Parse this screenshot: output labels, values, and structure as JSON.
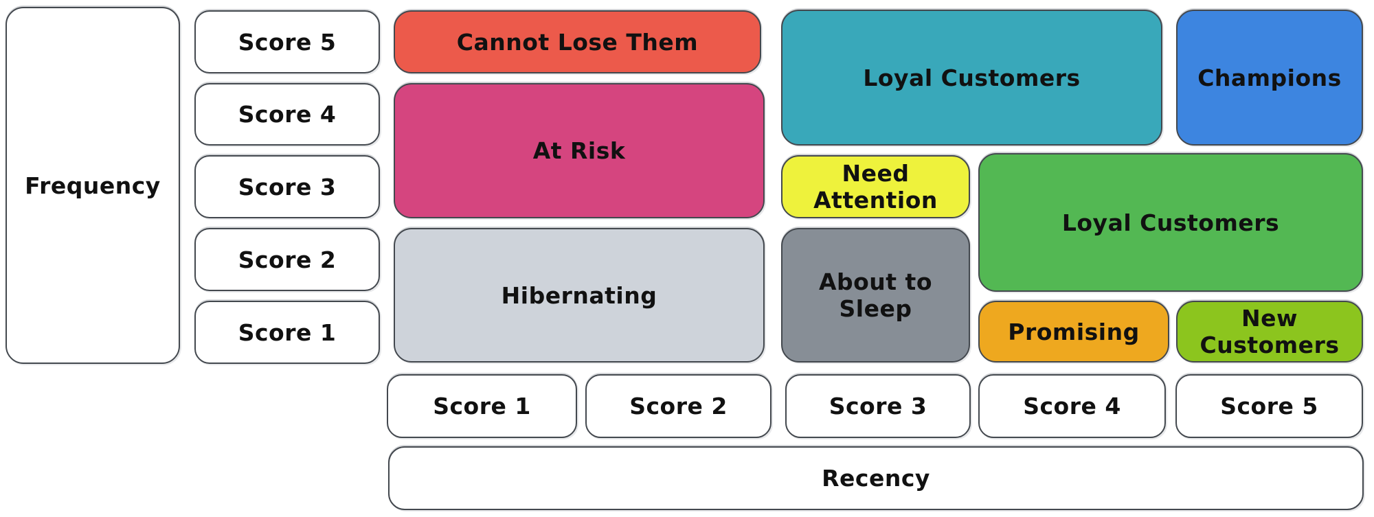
{
  "diagram": {
    "y_axis_label": "Frequency",
    "x_axis_label": "Recency",
    "frequency_scores": [
      "Score 5",
      "Score 4",
      "Score 3",
      "Score 2",
      "Score 1"
    ],
    "recency_scores": [
      "Score 1",
      "Score 2",
      "Score 3",
      "Score 4",
      "Score 5"
    ],
    "segments": {
      "cannot_lose": {
        "label": "Cannot Lose Them",
        "color": "#ec5a4b"
      },
      "at_risk": {
        "label": "At Risk",
        "color": "#d5457f"
      },
      "hibernating": {
        "label": "Hibernating",
        "color": "#ced3da"
      },
      "loyal_top": {
        "label": "Loyal Customers",
        "color": "#39a8ba"
      },
      "champions": {
        "label": "Champions",
        "color": "#3d85e0"
      },
      "need_attention": {
        "label": "Need Attention",
        "color": "#eef23c"
      },
      "loyal_mid": {
        "label": "Loyal Customers",
        "color": "#53b853"
      },
      "about_to_sleep": {
        "label": "About to Sleep",
        "color": "#878e96"
      },
      "promising": {
        "label": "Promising",
        "color": "#eea81f"
      },
      "new_customers": {
        "label": "New Customers",
        "color": "#8cc51e"
      }
    }
  }
}
